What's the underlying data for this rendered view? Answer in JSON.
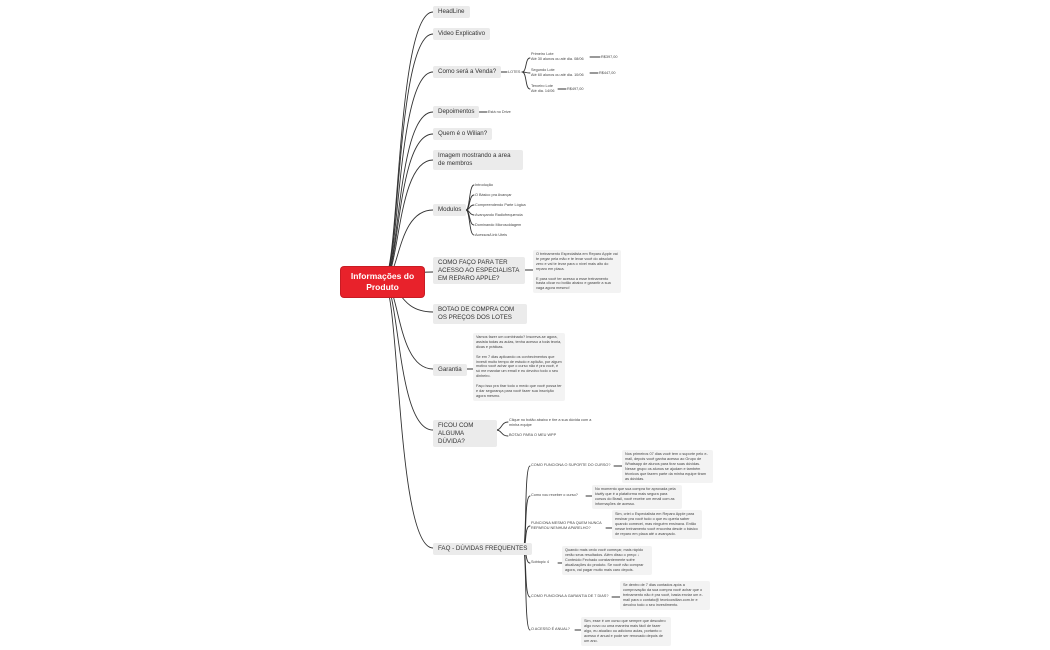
{
  "root": "Informações do Produto",
  "branches": {
    "headline": "HeadLine",
    "video": "Video Explicativo",
    "venda": "Como será a Venda?",
    "lotes": "LOTES",
    "lote1": "Primeiro Lote\nAté 30 alunos ou até dia. 08/06",
    "lote1_price": "R$397,00",
    "lote2": "Segundo Lote\nAté 60 alunos ou até dia. 10/06",
    "lote2_price": "R$447,00",
    "lote3": "Terceiro Lote\nAté dia. 14/06",
    "lote3_price": "R$497,00",
    "depoimentos": "Depoimentos",
    "drive": "Está no Drive",
    "quem": "Quem é o Wilian?",
    "imagem": "Imagem mostrando a area de membros",
    "modulos": "Modulos",
    "mod_items": [
      "Introdução",
      "O Básico pra Avançar",
      "Compreendendo Parte Lógica",
      "Avançando Radiofrequencia",
      "Dominando Microsoldagem",
      "Acessos/Link Uteis"
    ],
    "como": "COMO FAÇO PARA TER ACESSO AO ESPECIALISTA EM REPARO APPLE?",
    "como_note": "O treinamento Especialista em Reparo Apple vai te pegar pela mão e te levar você do absoluto zero e vai te levar para o nível mais alto do reparo em placa.\n\nE para você ter acesso a esse treinamento basta clicar no botão abaixo e garantir a sua vaga agora mesmo!",
    "botao": "BOTAO DE COMPRA COM OS PREÇOS DOS LOTES",
    "garantia": "Garantia",
    "garantia_note": "Vamos fazer um combinado? Inscreva-se agora, assista todas as aulas, tenha acesso a toda teoria, dicas e práticas.\n\nSe em 7 dias aplicando os conhecimentos que investi muito tempo de estudo e aplicão, por algum motivo você achar que o curso não é pra você, é só me mandar um email e eu devolvo todo o seu dinheiro.\n\nFaço isso pra tirar todo o medo que você possa ter e dar segurança para você fazer sua inscrição agora mesmo.",
    "duvida": "FICOU COM ALGUMA DÚVIDA?",
    "duvida_note1": "Clique no botão abaixo e tire a sua dúvida com a minha equipe",
    "duvida_note2": "BOTAO PARA O MEU WPP",
    "faq": "FAQ - DÚVIDAS FREQUENTES",
    "faq_items": [
      {
        "q": "COMO FUNCIONA O SUPORTE DO CURSO?",
        "a": "Nos primeiros 07 dias você tem o suporte pelo e-mail, depois você ganha acesso ao Grupo de Whatsapp de alunos para tirar suas dúvidas. Nesse grupo os alunos se ajudam e também técnicos que fazem parte da minha equipe tiram as dúvidas."
      },
      {
        "q": "Como vou receber o curso?",
        "a": "No momento que sua compra for aprovada pela kiwify que é a plataforma mais segura para cursos do Brasil, você recebe um email com as informações de acesso."
      },
      {
        "q": "FUNCIONA MESMO PRA QUEM NUNCA REPAROU NENHUM APARELHO?",
        "a": "Sim, criei o Especialista em Reparo Apple para ensinar pra você tudo o que eu queria saber quando comecei, mas ninguém ensinava. Então nesse treinamento você encontra desde o básico de reparo em placa até o avançado."
      },
      {
        "q": "Sobtopic 4",
        "a": "Quando mais cedo você começar, mais rápido verão seus resultados. Além disso o preço ↓ Conteúdo Fechado constantemente sofre atualizações do produto. Se você não comprar agora, vai pagar muito mais caro depois."
      },
      {
        "q": "COMO FUNCIONA A GARANTIA DE 7 DIAS?",
        "a": "Se dentro de 7 dias contados após a comprovação da sua compra você achar que o treinamento não é pra você, basta enviar um e-mail para o contato@ tecnicowilian.com.br e devolvo todo o seu investimento."
      },
      {
        "q": "O ACESSO É ANUAL?",
        "a": "Sim, esse é um curso que sempre que descubro algo novo ou uma maneira mais fácil de fazer algo, eu atualizo ou adiciono aulas, portanto o acesso é anual e pode ser renovado depois de um ano."
      }
    ]
  }
}
